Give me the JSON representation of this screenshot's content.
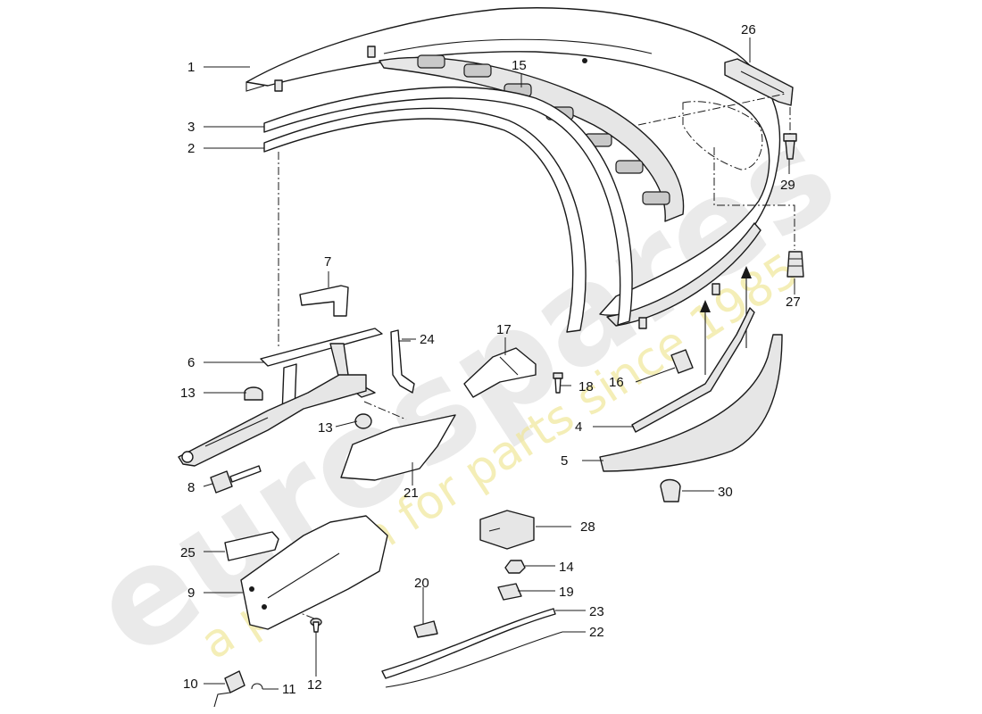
{
  "diagram": {
    "callouts": [
      "1",
      "2",
      "3",
      "4",
      "5",
      "6",
      "7",
      "8",
      "9",
      "10",
      "11",
      "12",
      "13",
      "14",
      "15",
      "16",
      "17",
      "18",
      "19",
      "20",
      "21",
      "22",
      "23",
      "24",
      "25",
      "26",
      "27",
      "28",
      "29",
      "30"
    ],
    "colors": {
      "line": "#1a1a1a",
      "part_fill": "#ffffff",
      "shade": "#e6e6e6",
      "watermark": "#d9d9d9",
      "watermark_sub": "#f0e79a"
    }
  },
  "watermark": {
    "brand": "eurospares",
    "tagline": "a passion for parts since 1985"
  }
}
